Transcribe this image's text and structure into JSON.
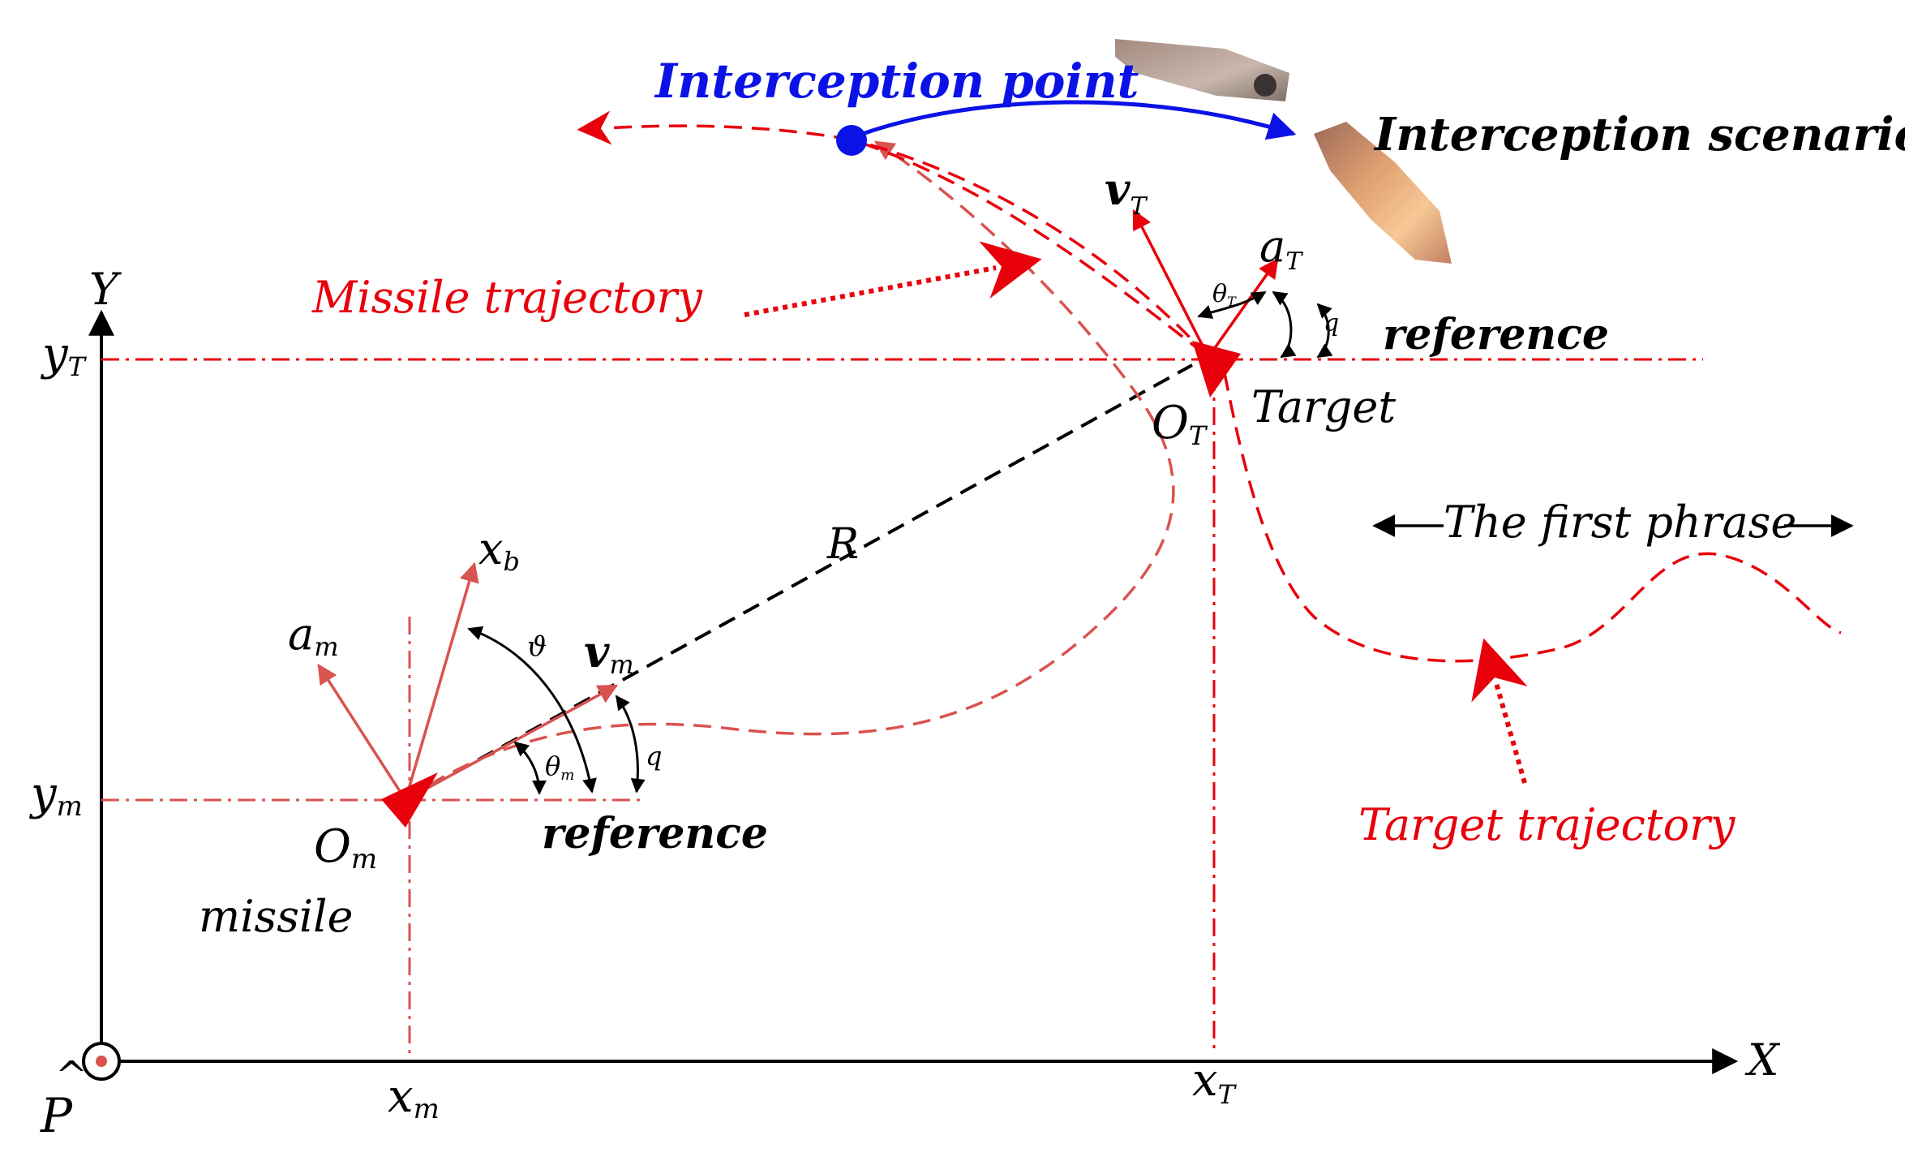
{
  "colors": {
    "red": "#e8000b",
    "brick": "#d9534f",
    "blue": "#0b12e6",
    "black": "#000000"
  },
  "labels": {
    "interception_point": "Interception point",
    "interception_scenario": "Interception scenario",
    "missile_trajectory": "Missile trajectory",
    "target_trajectory": "Target trajectory",
    "first_phrase": "The first phrase",
    "reference_top": "reference",
    "reference_bottom": "reference",
    "target": "Target",
    "missile": "missile",
    "range": "R"
  },
  "axes": {
    "x_axis": "X",
    "y_axis": "Y",
    "origin": "P",
    "origin_hat": "^",
    "y_T": {
      "base": "y",
      "sub": "T"
    },
    "y_m": {
      "base": "y",
      "sub": "m"
    },
    "x_m": {
      "base": "x",
      "sub": "m"
    },
    "x_T": {
      "base": "x",
      "sub": "T"
    }
  },
  "symbols": {
    "v_T": {
      "base": "v",
      "sub": "T"
    },
    "a_T": {
      "base": "a",
      "sub": "T"
    },
    "theta_T": {
      "base": "θ",
      "sub": "T"
    },
    "q_T": {
      "base": "q",
      "sub": ""
    },
    "O_T": {
      "base": "O",
      "sub": "T"
    },
    "x_b": {
      "base": "x",
      "sub": "b"
    },
    "a_m": {
      "base": "a",
      "sub": "m"
    },
    "v_m": {
      "base": "v",
      "sub": "m"
    },
    "theta_pitch": {
      "base": "ϑ",
      "sub": ""
    },
    "theta_m": {
      "base": "θ",
      "sub": "m"
    },
    "q_m": {
      "base": "q",
      "sub": ""
    },
    "O_m": {
      "base": "O",
      "sub": "m"
    }
  }
}
